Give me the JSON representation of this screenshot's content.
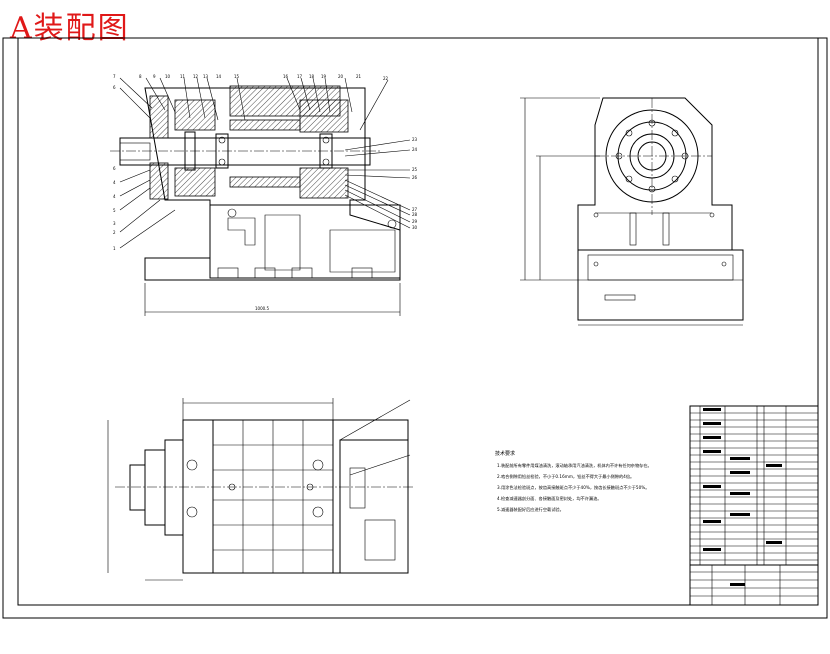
{
  "title": "A装配图",
  "balloons": {
    "top_left": [
      "7",
      "6",
      "8",
      "9",
      "10",
      "11",
      "12",
      "13",
      "14",
      "15"
    ],
    "top_right": [
      "16",
      "17",
      "18",
      "19",
      "20",
      "21",
      "22"
    ],
    "left_side": [
      "6",
      "4",
      "4",
      "5",
      "3",
      "2",
      "1"
    ],
    "right_side": [
      "23",
      "24",
      "25",
      "26",
      "27",
      "28",
      "29",
      "30"
    ]
  },
  "tech_notes": {
    "heading": "技术要求",
    "lines": [
      "1.装配前所有零件用煤油清洗，滚动轴承用汽油清洗，机体内不许有任何杂物存在。",
      "2.啮合侧隙用铅丝检验，不小于0.16mm，铅丝不得大于最小侧隙的4倍。",
      "3.用涂色法检验斑点，按齿高接触斑点不少于40%，按齿长接触斑点不少于50%。",
      "4.检查减速器剖分面、各接触面及密封处，均不许漏油。",
      "5.减速器装配好后应进行空载试验。"
    ]
  }
}
